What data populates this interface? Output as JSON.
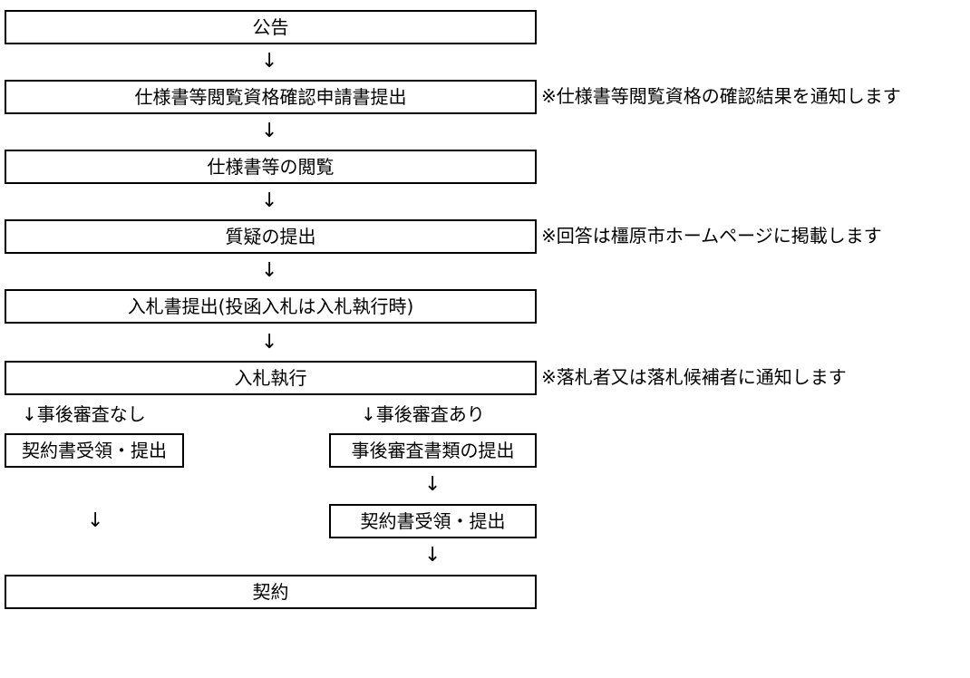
{
  "steps": {
    "announcement": "公告",
    "application": "仕様書等閲覧資格確認申請書提出",
    "viewing": "仕様書等の閲覧",
    "questions": "質疑の提出",
    "bid_submission": "入札書提出(投函入札は入札執行時)",
    "bid_execution": "入札執行",
    "contract_receipt_left": "契約書受領・提出",
    "review_docs": "事後審査書類の提出",
    "contract_receipt_right": "契約書受領・提出",
    "contract": "契約"
  },
  "notes": {
    "application_note": "※仕様書等閲覧資格の確認結果を通知します",
    "questions_note": "※回答は橿原市ホームページに掲載します",
    "execution_note": "※落札者又は落札候補者に通知します"
  },
  "branches": {
    "no_review": "↓事後審査なし",
    "with_review": "↓事後審査あり"
  },
  "arrow_glyph": "↓"
}
